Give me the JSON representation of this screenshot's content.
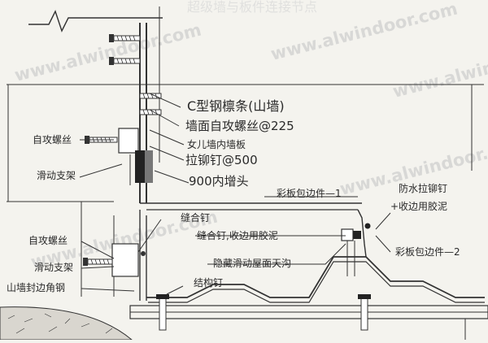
{
  "watermark": {
    "text": "www.alwindoor.com",
    "header_text": "超级墙与板件连接节点"
  },
  "colors": {
    "background": "#f4f3ee",
    "line": "#333333",
    "watermark": "#cfcfcf"
  },
  "labels": {
    "c_purlin": "C型钢檩条(山墙)",
    "wall_screw": "墙面自攻螺丝@225",
    "parapet_panel": "女儿墙内墙板",
    "rivet": "拉铆钉@500",
    "overlap": "900内增头",
    "flashing_1": "彩板包边件—1",
    "self_tap_upper": "自攻螺丝",
    "slide_upper": "滑动支架",
    "waterproof_rivet_1": "防水拉铆钉",
    "waterproof_rivet_2": "+收边用胶泥",
    "stitch_nail": "缝合钉",
    "stitch_nail_sealant": "缝合钉,收边用胶泥",
    "flashing_2": "彩板包边件—2",
    "self_tap_lower": "自攻螺丝",
    "slide_lower": "滑动支架",
    "gable_trim": "山墙封边角钢",
    "hidden_gutter": "隐藏滑动屋面天沟",
    "structural_nail": "结构钉"
  }
}
